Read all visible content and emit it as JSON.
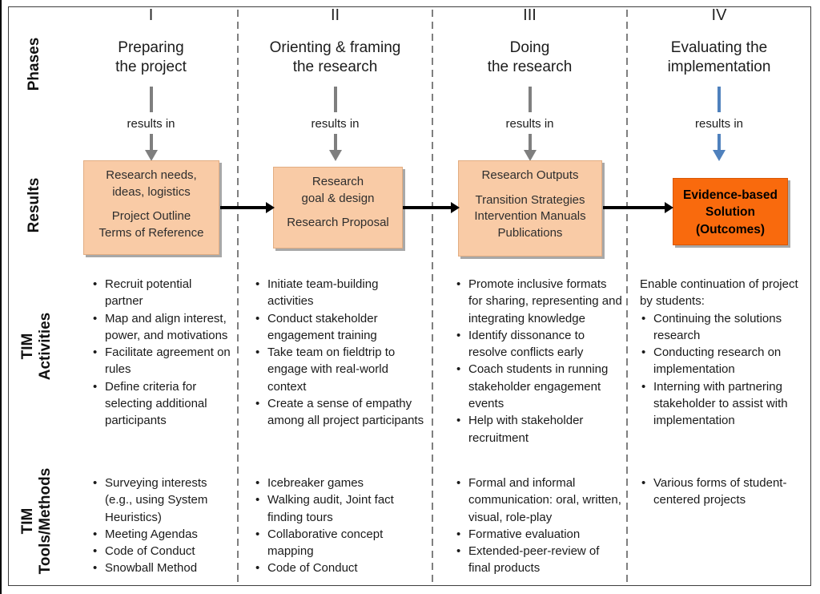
{
  "row_labels": [
    "Phases",
    "Results",
    "TIM\nActivities",
    "TIM\nTools/Methods"
  ],
  "results_in_label": "results in",
  "colors": {
    "result_box_fill": "#f9cba6",
    "outcome_box_fill": "#f96a0d",
    "gray_arrow": "#7f7f7f",
    "blue_arrow": "#4f81bd",
    "flow_arrow": "#000000",
    "divider": "#7f7f7f"
  },
  "columns": [
    {
      "numeral": "I",
      "title": "Preparing\nthe project",
      "box_lines": [
        "Research needs,",
        "ideas, logistics",
        "",
        "Project Outline",
        "Terms of Reference"
      ],
      "activities": [
        "Recruit potential partner",
        "Map and align interest, power, and motivations",
        "Facilitate agreement on rules",
        "Define criteria for selecting additional participants"
      ],
      "tools": [
        "Surveying interests (e.g., using System Heuristics)",
        "Meeting Agendas",
        "Code of Conduct",
        "Snowball Method"
      ]
    },
    {
      "numeral": "II",
      "title": "Orienting & framing\nthe research",
      "box_lines": [
        "Research",
        "goal & design",
        "",
        "Research Proposal"
      ],
      "activities": [
        "Initiate team-building activities",
        "Conduct stakeholder engagement training",
        "Take team on fieldtrip to engage with real-world context",
        "Create a sense of empathy among all project participants"
      ],
      "tools": [
        "Icebreaker games",
        "Walking audit, Joint fact finding tours",
        "Collaborative concept mapping",
        "Code of Conduct"
      ]
    },
    {
      "numeral": "III",
      "title": "Doing\nthe research",
      "box_lines": [
        "Research Outputs",
        "",
        "Transition Strategies",
        "Intervention Manuals",
        "Publications"
      ],
      "activities": [
        "Promote inclusive formats for sharing, representing and integrating knowledge",
        "Identify dissonance to resolve conflicts early",
        "Coach students in running stakeholder engagement events",
        "Help with stakeholder recruitment"
      ],
      "tools": [
        "Formal and informal communication: oral, written, visual, role-play",
        "Formative evaluation",
        "Extended-peer-review of final products"
      ]
    },
    {
      "numeral": "IV",
      "title": "Evaluating the\nimplementation",
      "box_lines": [
        "Evidence-based",
        "Solution",
        "(Outcomes)"
      ],
      "activities_intro": "Enable continuation of project by students:",
      "activities": [
        "Continuing the solutions research",
        "Conducting research on implementation",
        "Interning with partnering stakeholder to assist with implementation"
      ],
      "tools": [
        "Various forms of student-centered projects"
      ]
    }
  ]
}
